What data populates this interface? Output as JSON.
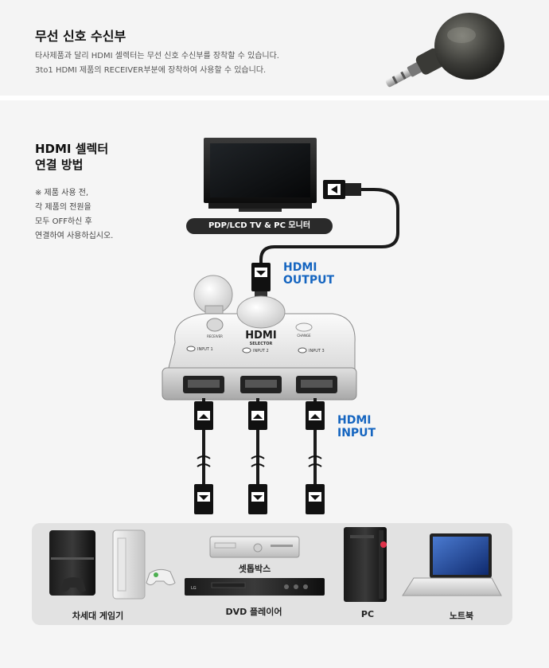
{
  "receiver": {
    "title": "무선 신호 수신부",
    "line1": "타사제품과 달리 HDMI 셀렉터는 무선 신호 수신부를 장착할 수 있습니다.",
    "line2": "3to1 HDMI 제품의 RECEIVER부분에 장착하여 사용할 수 있습니다."
  },
  "connection": {
    "title_line1": "HDMI 셀렉터",
    "title_line2": "연결 방법",
    "note_lines": [
      "※ 제품 사용 전,",
      "각 제품의 전원을",
      "모두 OFF하신 후",
      "연결하여 사용하십시오."
    ]
  },
  "tv_label": "PDP/LCD TV & PC 모니터",
  "output_label": [
    "HDMI",
    "OUTPUT"
  ],
  "input_label": [
    "HDMI",
    "INPUT"
  ],
  "selector": {
    "logo": "HDMI",
    "logo_sub": "SELECTOR",
    "receiver": "RECEIVER",
    "change": "CHANGE",
    "ports": [
      "INPUT 1",
      "INPUT 2",
      "INPUT 3"
    ]
  },
  "devices": [
    {
      "label": "차세대 게임기"
    },
    {
      "label": "셋톱박스"
    },
    {
      "label": "DVD 플레이어"
    },
    {
      "label": "PC"
    },
    {
      "label": "노트북"
    }
  ]
}
